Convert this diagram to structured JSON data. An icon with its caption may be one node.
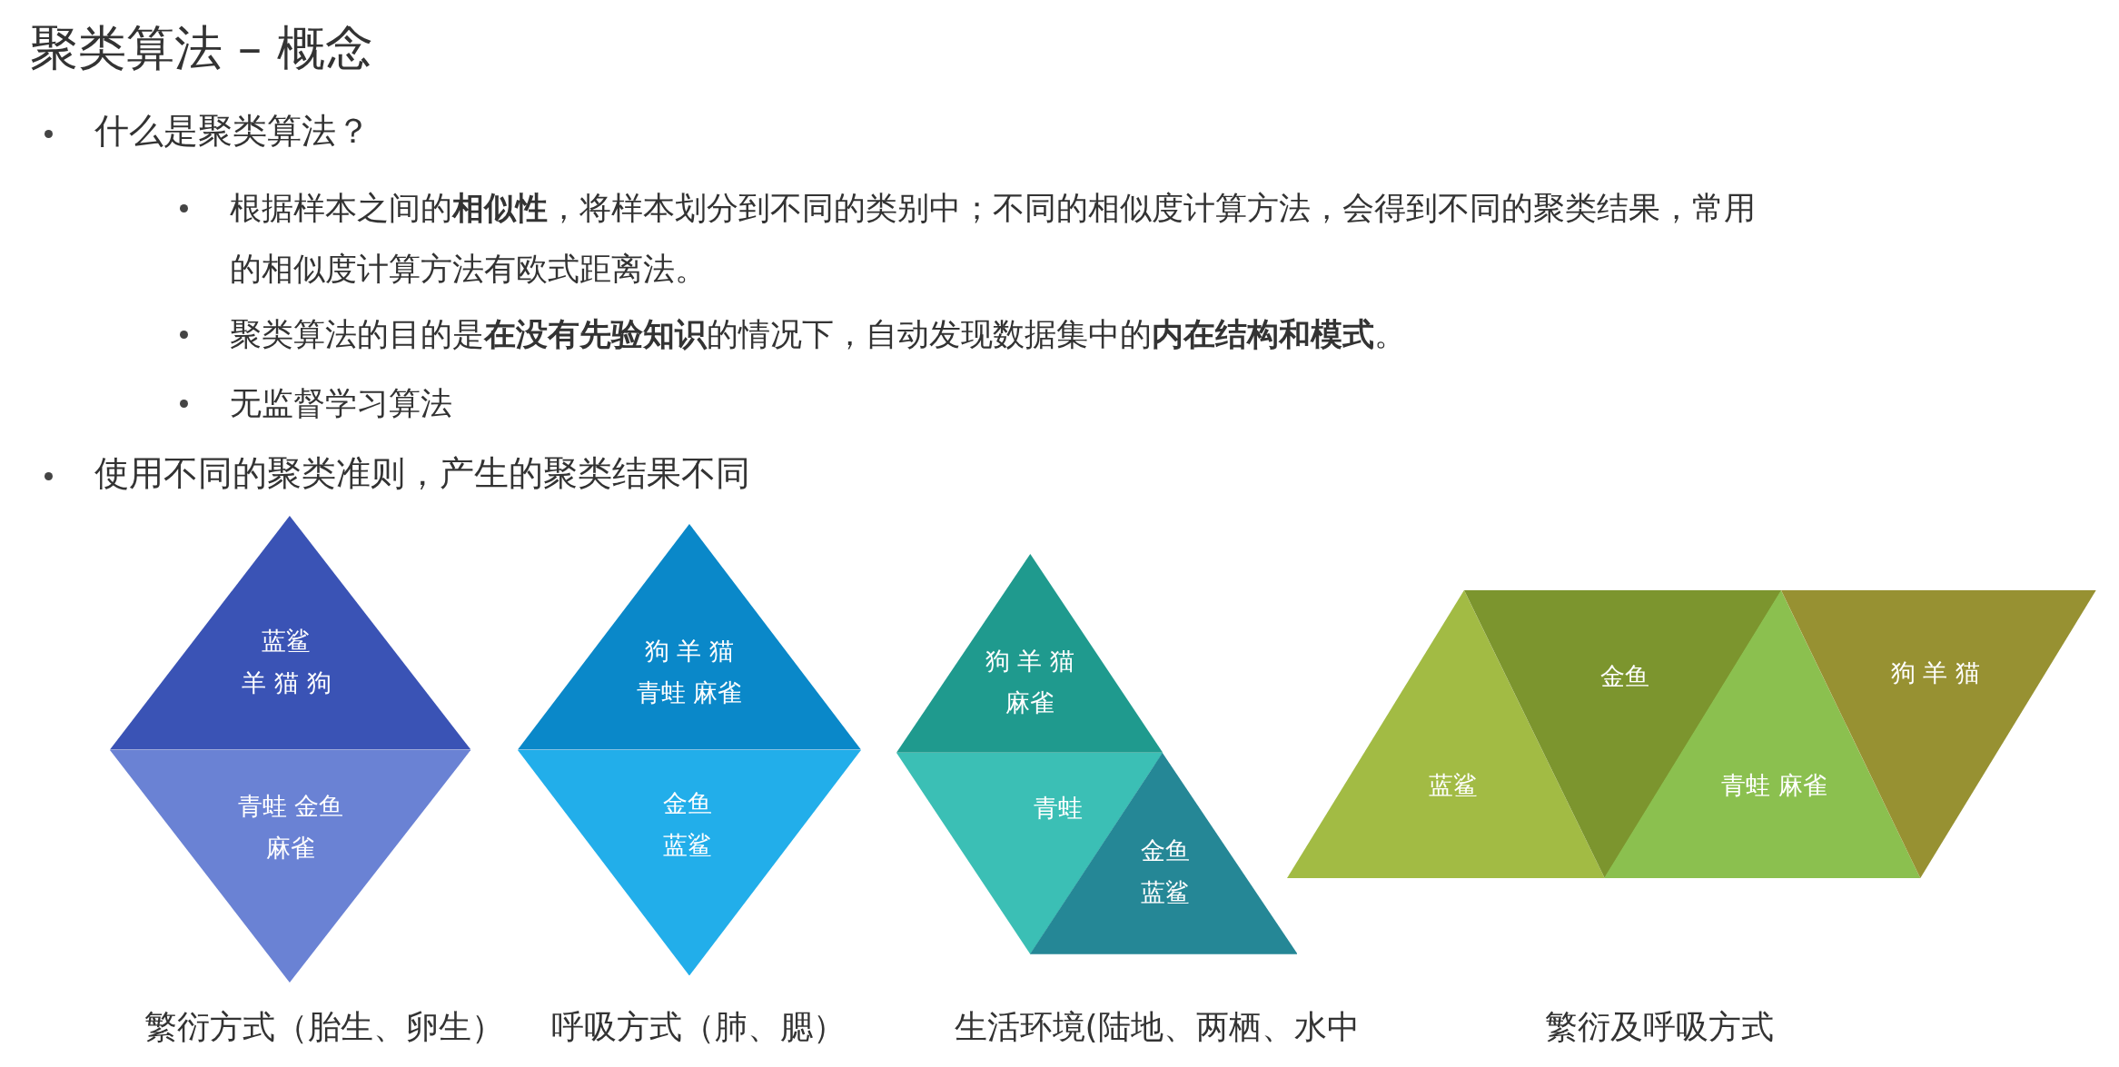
{
  "diagram": {
    "title": "聚类算法 – 概念",
    "nodes": [
      {
        "text": [
          "蓝鲨",
          "羊 猫 狗"
        ]
      },
      {
        "text": [
          "青蛙 金鱼",
          "麻雀"
        ]
      },
      {
        "text": [
          "狗 羊 猫",
          "青蛙 麻雀"
        ]
      },
      {
        "text": [
          "金鱼",
          "蓝鲨"
        ]
      },
      {
        "text": [
          "狗 羊 猫",
          "麻雀"
        ]
      },
      {
        "text": [
          "青蛙"
        ]
      },
      {
        "text": [
          "金鱼",
          "蓝鲨"
        ]
      },
      {
        "text": [
          "蓝鲨"
        ]
      },
      {
        "text": [
          "金鱼"
        ]
      },
      {
        "text": [
          "青蛙 麻雀"
        ]
      },
      {
        "text": [
          "狗 羊 猫"
        ]
      }
    ],
    "edges": [],
    "labels": [
      "什么是聚类算法？",
      "根据样本之间的**相似性**，将样本划分到不同的类别中；不同的相似度计算方法，会得到不同的聚类结果，常用的相似度计算方法有欧式距离法。",
      "聚类算法的目的是**在没有先验知识**的情况下，自动发现数据集中的**内在结构和模式**。",
      "无监督学习算法",
      "使用不同的聚类准则，产生的聚类结果不同",
      "繁衍方式（胎生、卵生）",
      "呼吸方式（肺、腮）",
      "生活环境(陆地、两栖、水中",
      "繁衍及呼吸方式"
    ]
  }
}
